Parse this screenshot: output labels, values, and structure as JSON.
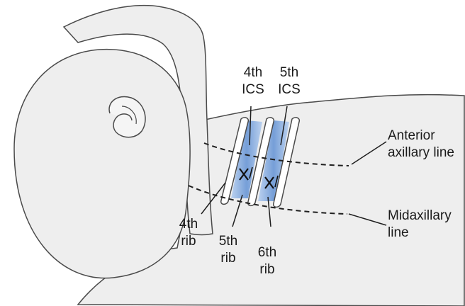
{
  "labels": {
    "ics4": "4th\nICS",
    "ics5": "5th\nICS",
    "anterior_axillary_line": "Anterior\naxillary line",
    "midaxillary_line": "Midaxillary\nline",
    "rib4": "4th\nrib",
    "rib5": "5th\nrib",
    "rib6": "6th\nrib"
  },
  "colors": {
    "skin": "#eeeeee",
    "outline": "#4a4a4a",
    "ics_fill": "#7fa7da",
    "rib_fill": "#ffffff",
    "marker": "#111111"
  }
}
